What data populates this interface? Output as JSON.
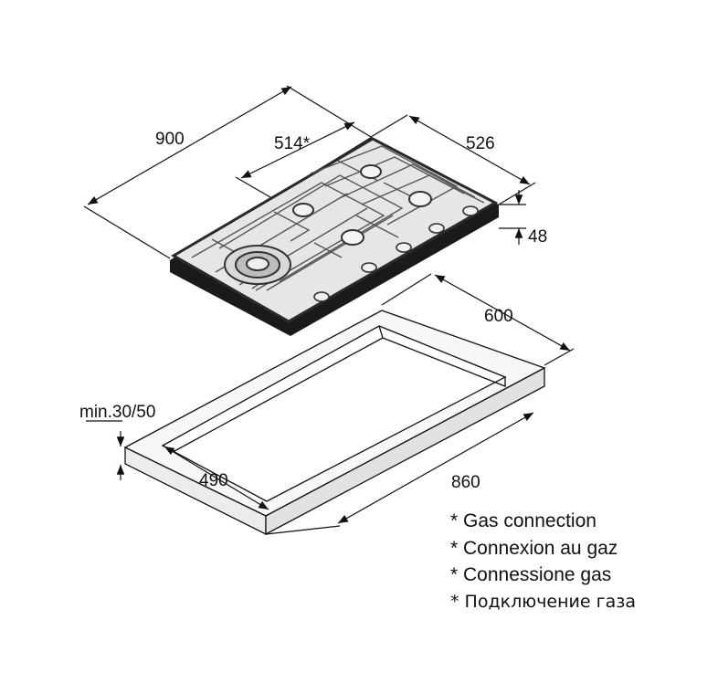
{
  "dimensions": {
    "hob_width": "900",
    "gas_connection_offset": "514*",
    "hob_depth": "526",
    "hob_height": "48",
    "cutout_depth": "600",
    "worktop_thickness": "min.30/50",
    "cutout_width_490": "490",
    "cutout_width_860": "860"
  },
  "notes": {
    "en": "* Gas connection",
    "fr": "* Connexion au gaz",
    "it": "* Connessione gas",
    "ru": "* Подключение газа"
  },
  "colors": {
    "line": "#111111",
    "hob_top": "#e6e6e6",
    "hob_edge": "#2a2a2a",
    "worktop": "#f2f2f2"
  }
}
